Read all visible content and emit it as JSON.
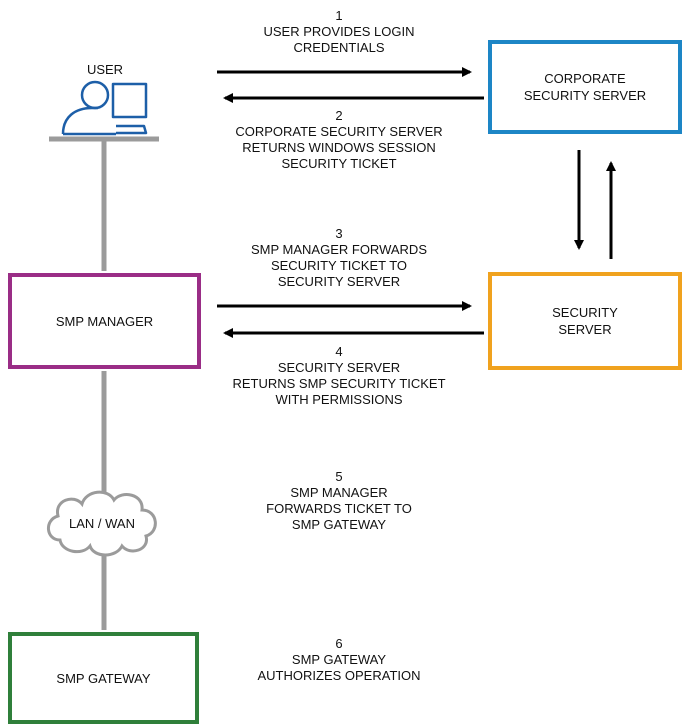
{
  "user": {
    "label": "USER"
  },
  "cloud": {
    "label": "LAN / WAN"
  },
  "boxes": {
    "corporate_security_server": {
      "label": "CORPORATE\nSECURITY SERVER",
      "color": "#1d86c6"
    },
    "security_server": {
      "label": "SECURITY\nSERVER",
      "color": "#f0a21e"
    },
    "smp_manager": {
      "label": "SMP MANAGER",
      "color": "#9a2d86"
    },
    "smp_gateway": {
      "label": "SMP GATEWAY",
      "color": "#2f7f3a"
    }
  },
  "steps": [
    {
      "number": "1",
      "lines": [
        "USER PROVIDES LOGIN",
        "CREDENTIALS"
      ]
    },
    {
      "number": "2",
      "lines": [
        "CORPORATE SECURITY SERVER",
        "RETURNS WINDOWS SESSION",
        "SECURITY TICKET"
      ]
    },
    {
      "number": "3",
      "lines": [
        "SMP MANAGER FORWARDS",
        "SECURITY TICKET TO",
        "SECURITY SERVER"
      ]
    },
    {
      "number": "4",
      "lines": [
        "SECURITY SERVER",
        "RETURNS SMP SECURITY TICKET",
        "WITH PERMISSIONS"
      ]
    },
    {
      "number": "5",
      "lines": [
        "SMP MANAGER",
        "FORWARDS TICKET TO",
        "SMP GATEWAY"
      ]
    },
    {
      "number": "6",
      "lines": [
        "SMP GATEWAY",
        "AUTHORIZES OPERATION"
      ]
    }
  ],
  "colors": {
    "connector": "#9b9b9b",
    "arrow": "#000000",
    "user_icon": "#1d5fa8"
  }
}
